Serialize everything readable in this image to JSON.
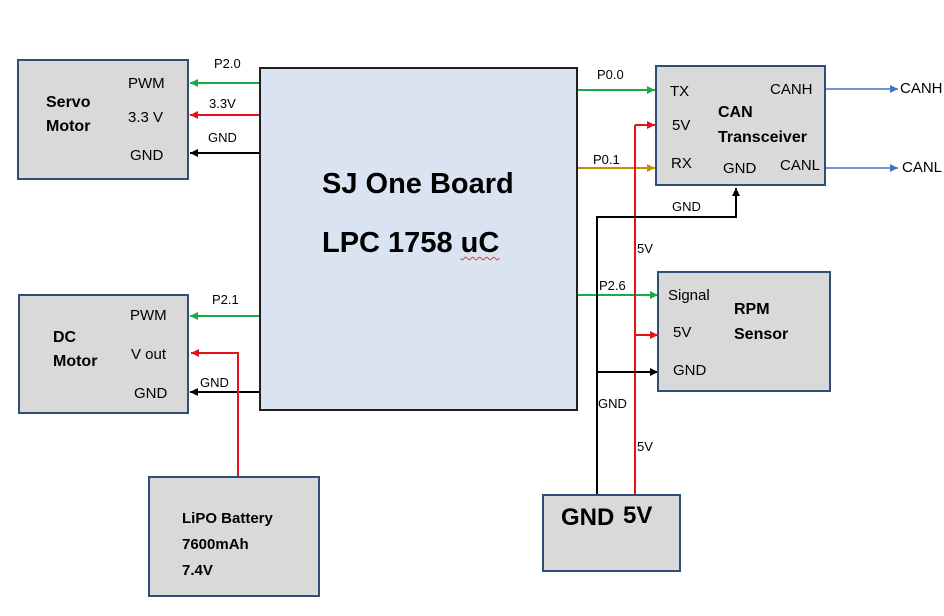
{
  "colors": {
    "green": "#1aaa4b",
    "red": "#e8101a",
    "black": "#000000",
    "gold": "#c09000",
    "blue": "#4472c4",
    "box_fill": "#d9d9d9",
    "board_fill": "#d9e3f1"
  },
  "servo": {
    "name_line1": "Servo",
    "name_line2": "Motor",
    "pin_pwm": "PWM",
    "pin_vcc": "3.3 V",
    "pin_gnd": "GND"
  },
  "dc": {
    "name_line1": "DC",
    "name_line2": "Motor",
    "pin_pwm": "PWM",
    "pin_vout": "V out",
    "pin_gnd": "GND"
  },
  "battery": {
    "line1": "LiPO Battery",
    "line2": "7600mAh",
    "line3": "7.4V"
  },
  "board": {
    "line1": "SJ One Board",
    "line2_a": "LPC 1758 ",
    "line2_b": "uC"
  },
  "can": {
    "pin_tx": "TX",
    "pin_5v": "5V",
    "pin_rx": "RX",
    "pin_gnd": "GND",
    "pin_canh": "CANH",
    "pin_canl": "CANL",
    "name_line1": "CAN",
    "name_line2": "Transceiver"
  },
  "rpm": {
    "pin_signal": "Signal",
    "pin_5v": "5V",
    "pin_gnd": "GND",
    "name_line1": "RPM",
    "name_line2": "Sensor"
  },
  "power": {
    "gnd": "GND",
    "v5": "5V"
  },
  "wire_labels": {
    "p2_0": "P2.0",
    "v33": "3.3V",
    "gnd_servo": "GND",
    "p2_1": "P2.1",
    "gnd_dc": "GND",
    "p0_0": "P0.0",
    "p0_1": "P0.1",
    "p2_6": "P2.6",
    "gnd_can": "GND",
    "v5_can": "5V",
    "gnd_rpm": "GND",
    "v5_rpm": "5V"
  },
  "outputs": {
    "canh": "CANH",
    "canl": "CANL"
  }
}
